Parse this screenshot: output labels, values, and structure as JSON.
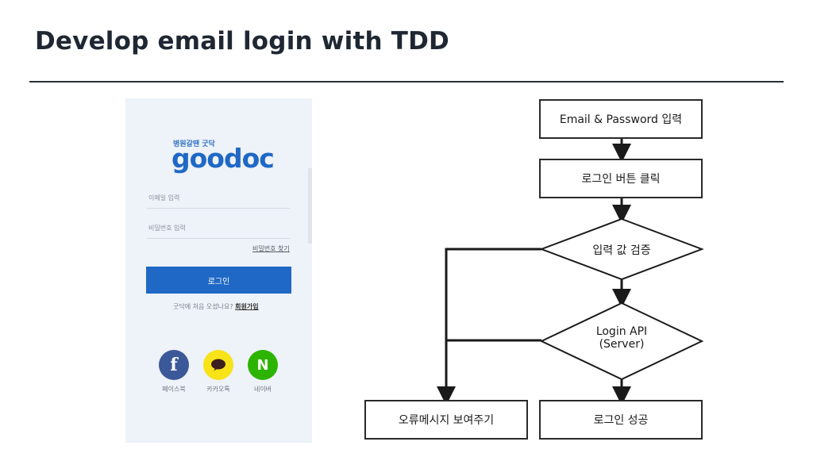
{
  "title": "Develop email login with TDD",
  "phone": {
    "brand_small": "병원갈땐 굿닥",
    "brand": "goodoc",
    "email_placeholder": "이메일 입력",
    "password_placeholder": "비밀번호 입력",
    "find_password": "비밀번호 찾기",
    "login_button": "로그인",
    "signup_prompt": "굿닥에 처음 오셨나요?",
    "signup_link": "회원가입",
    "social": [
      {
        "label": "페이스북",
        "glyph": "f",
        "color": "#3b5998",
        "icon": "facebook-icon"
      },
      {
        "label": "카카오톡",
        "glyph": "💬",
        "color": "#f7e317",
        "icon": "kakaotalk-icon"
      },
      {
        "label": "네이버",
        "glyph": "N",
        "color": "#2db400",
        "icon": "naver-icon"
      }
    ]
  },
  "flow": {
    "step1": "Email & Password 입력",
    "step2": "로그인 버튼 클릭",
    "step3": "입력 값 검증",
    "step4_line1": "Login API",
    "step4_line2": "(Server)",
    "error": "오류메시지 보여주기",
    "success": "로그인 성공"
  }
}
